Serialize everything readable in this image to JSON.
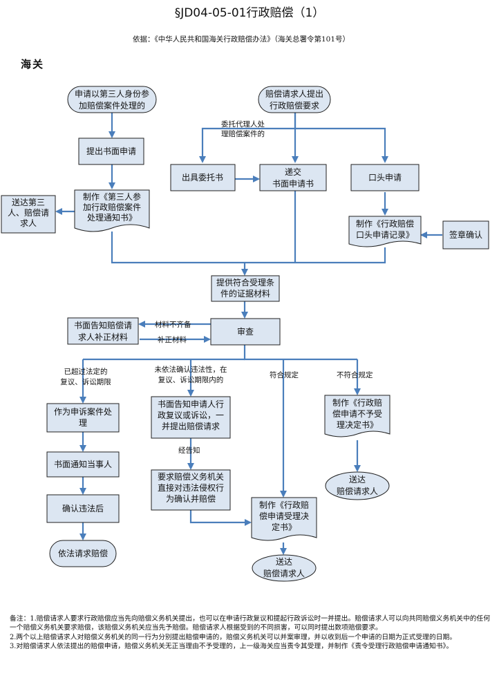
{
  "title": "§JD04-05-01行政赔偿（1）",
  "basis": "依据：《中华人民共和国海关行政赔偿办法》（海关总署令第101号）",
  "org": "海关",
  "nodes": {
    "third_party": [
      "申请以第三人身份参",
      "加赔偿案件处理的"
    ],
    "claimant_request": [
      "赔偿请求人提出",
      "行政赔偿要求"
    ],
    "submit_written": [
      "提出书面申请"
    ],
    "issue_power": [
      "出具委托书"
    ],
    "submit_app": [
      "递交",
      "书面申请书"
    ],
    "oral_app": [
      "口头申请"
    ],
    "notice_third": [
      "制作《第三人参",
      "加行政赔偿案件",
      "处理通知书》"
    ],
    "deliver_third": [
      "送达第三",
      "人、赔偿请",
      "求人"
    ],
    "oral_record": [
      "制作《行政赔偿",
      "口头申请记录》"
    ],
    "sign_confirm": [
      "签章确认"
    ],
    "evidence": [
      "提供符合受理条",
      "件的证据材料"
    ],
    "notify_supplement": [
      "书面告知赔偿请",
      "求人补正材料"
    ],
    "review": [
      "审查"
    ],
    "as_complaint": [
      "作为申诉案件处",
      "理"
    ],
    "notify_party": [
      "书面通知当事人"
    ],
    "confirm_illegal": [
      "确认违法后"
    ],
    "claim_by_law": [
      "依法请求赔偿"
    ],
    "notify_recon": [
      "书面告知申请人行",
      "政复议或诉讼，一",
      "并提出赔偿请求"
    ],
    "request_direct": [
      "要求赔偿义务机关",
      "直接对违法侵权行",
      "为确认并赔偿"
    ],
    "accept_decision": [
      "制作《行政赔",
      "偿申请受理决",
      "定书》"
    ],
    "deliver_accept": [
      "送达",
      "赔偿请求人"
    ],
    "reject_decision": [
      "制作《行政赔",
      "偿申请不予受",
      "理决定书》"
    ],
    "deliver_reject": [
      "送达",
      "赔偿请求人"
    ]
  },
  "labels": {
    "entrust": [
      "委托代理人处",
      "理赔偿案件的"
    ],
    "incomplete": "材料不齐备",
    "supplement": "补正材料",
    "expired": [
      "已超过法定的",
      "复议、诉讼期限"
    ],
    "not_confirmed": [
      "未依法确认违法性，在",
      "复议、诉讼期限内的"
    ],
    "compliant": "符合规定",
    "non_compliant": "不符合规定",
    "after_notice": "经告知"
  },
  "notes": [
    "备注：1.赔偿请求人要求行政赔偿应当先向赔偿义务机关提出，也可以在申请行政复议和提起行政诉讼时一并提出。赔偿请求人可以向共同赔偿义务机关中的任何一个赔偿义务机关要求赔偿，该赔偿义务机关应当先予赔偿。赔偿请求人根据受到的不同损害，可以同时提出数项赔偿要求。",
    "2.两个以上赔偿请求人对赔偿义务机关的同一行为分别提出赔偿申请的，赔偿义务机关可以并案审理，并以收到后一个申请的日期为正式受理的日期。",
    "3.对赔偿请求人依法提出的赔偿申请，赔偿义务机关无正当理由不予受理的，上一级海关应当责令其受理，并制作《责令受理行政赔偿申请通知书》。"
  ],
  "colors": {
    "box_fill": "#dce6f2",
    "arrow": "#4a7ebb"
  }
}
